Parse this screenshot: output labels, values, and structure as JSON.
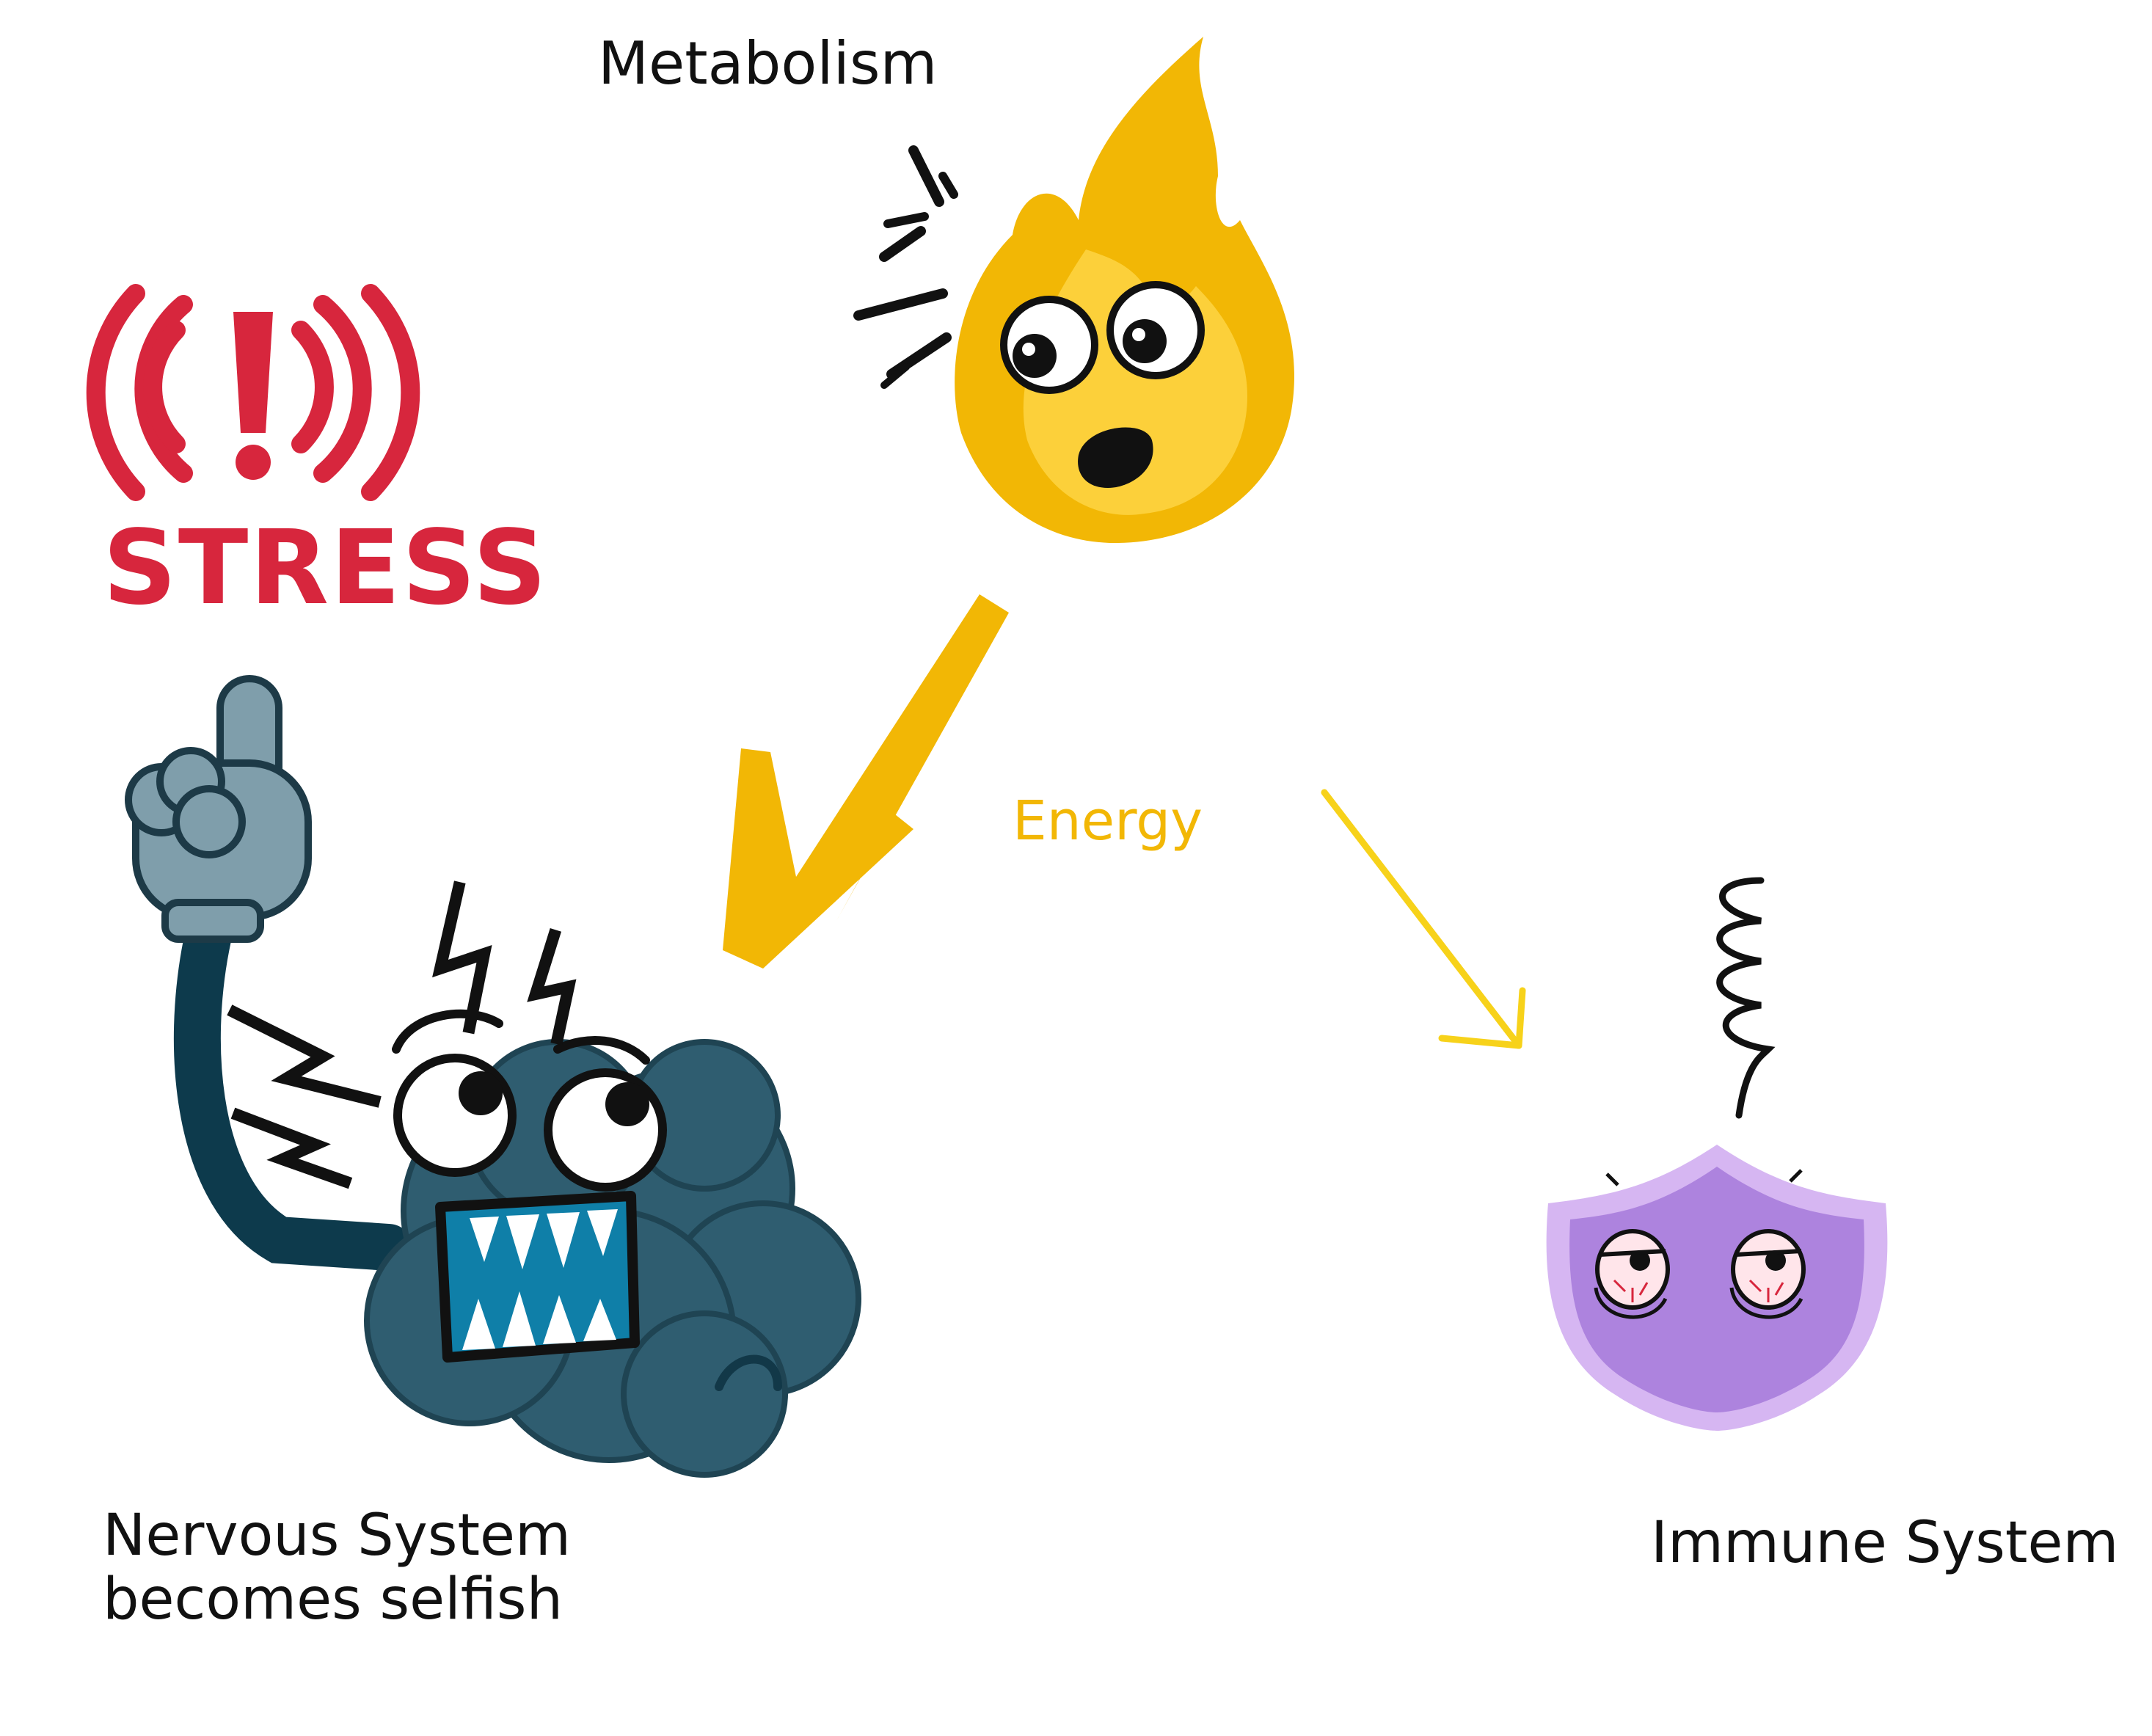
{
  "labels": {
    "metabolism": "Metabolism",
    "energy": "Energy",
    "nervous_line1": "Nervous System",
    "nervous_line2": "becomes selfish",
    "immune": "Immune System"
  },
  "stress_sign": {
    "text": "STRESS",
    "icon": "alarm-exclamation-icon"
  },
  "characters": {
    "metabolism": "flame-character-icon",
    "nervous_system": "brain-character-icon",
    "immune_system": "shield-character-icon"
  },
  "colors": {
    "stress_red": "#d7263d",
    "flame_outer": "#f2b705",
    "flame_inner": "#fcd03a",
    "brain": "#2f5d70",
    "brain_dark": "#0d3a4c",
    "glove": "#7f9eab",
    "shield_outer": "#d6b6f2",
    "shield_inner": "#ad83de",
    "energy_text": "#f2b705",
    "thin_arrow": "#f7d21a",
    "text": "#111111"
  }
}
